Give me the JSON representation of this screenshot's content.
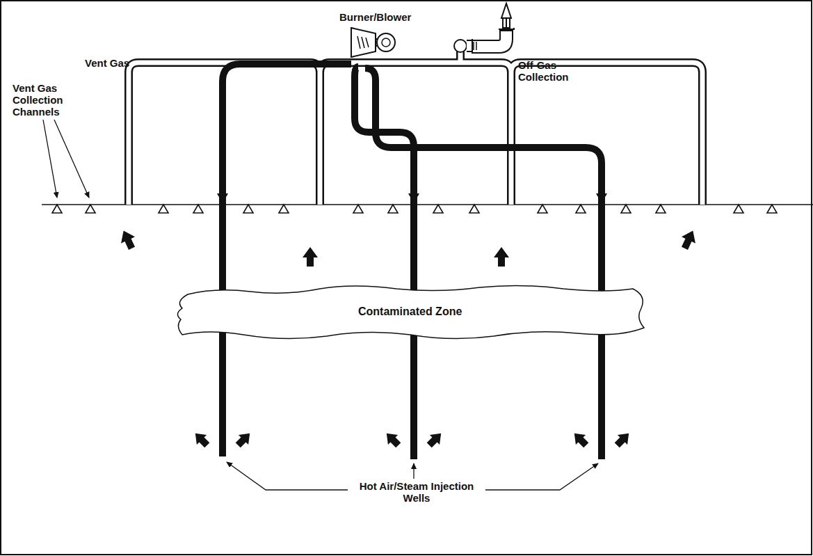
{
  "diagram": {
    "nodes": [
      {
        "text": [
          "Burner/Blower"
        ]
      },
      {
        "text": [
          "Off-Gas Collection"
        ]
      },
      {
        "text": [
          "Contaminated Zone"
        ]
      }
    ],
    "labels": [
      "Vent Gas",
      "Vent Gas Collection Channels",
      "Hot Air/Steam Injection Wells"
    ]
  }
}
